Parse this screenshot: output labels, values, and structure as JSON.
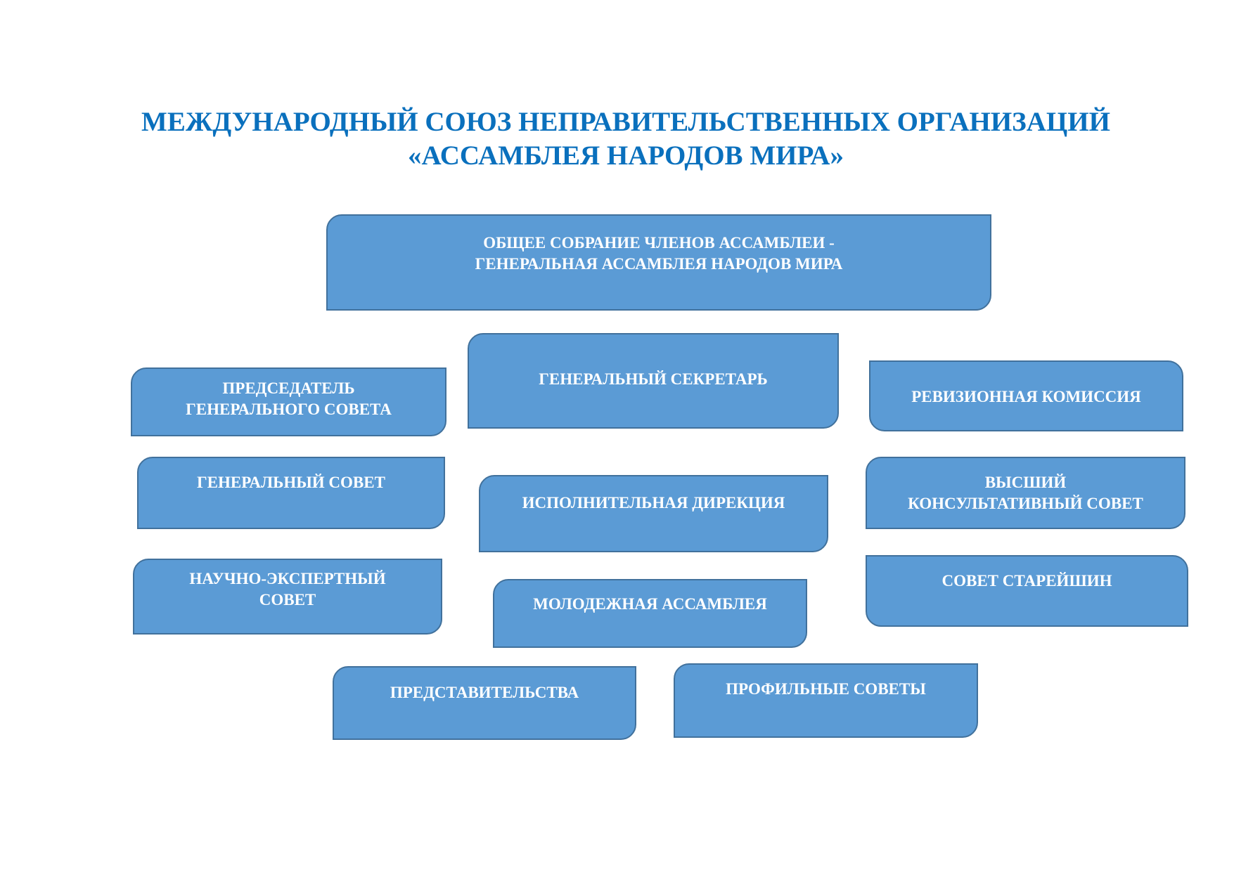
{
  "title": {
    "line1": "МЕЖДУНАРОДНЫЙ СОЮЗ НЕПРАВИТЕЛЬСТВЕННЫХ ОРГАНИЗАЦИЙ",
    "line2": "«АССАМБЛЕЯ НАРОДОВ МИРА»"
  },
  "boxes": {
    "general_assembly": [
      "ОБЩЕЕ СОБРАНИЕ ЧЛЕНОВ АССАМБЛЕИ -",
      "ГЕНЕРАЛЬНАЯ АССАМБЛЕЯ НАРОДОВ МИРА"
    ],
    "chairman": [
      "ПРЕДСЕДАТЕЛЬ",
      "ГЕНЕРАЛЬНОГО СОВЕТА"
    ],
    "secretary_general": [
      "ГЕНЕРАЛЬНЫЙ СЕКРЕТАРЬ"
    ],
    "audit_commission": [
      "РЕВИЗИОННАЯ КОМИССИЯ"
    ],
    "general_council": [
      "ГЕНЕРАЛЬНЫЙ СОВЕТ"
    ],
    "executive_directorate": [
      "ИСПОЛНИТЕЛЬНАЯ ДИРЕКЦИЯ"
    ],
    "supreme_advisory_council": [
      "ВЫСШИЙ",
      "КОНСУЛЬТАТИВНЫЙ СОВЕТ"
    ],
    "scientific_expert_council": [
      "НАУЧНО-ЭКСПЕРТНЫЙ",
      "СОВЕТ"
    ],
    "youth_assembly": [
      "МОЛОДЕЖНАЯ АССАМБЛЕЯ"
    ],
    "council_of_elders": [
      "СОВЕТ СТАРЕЙШИН"
    ],
    "representations": [
      "ПРЕДСТАВИТЕЛЬСТВА"
    ],
    "profile_councils": [
      "ПРОФИЛЬНЫЕ СОВЕТЫ"
    ]
  }
}
